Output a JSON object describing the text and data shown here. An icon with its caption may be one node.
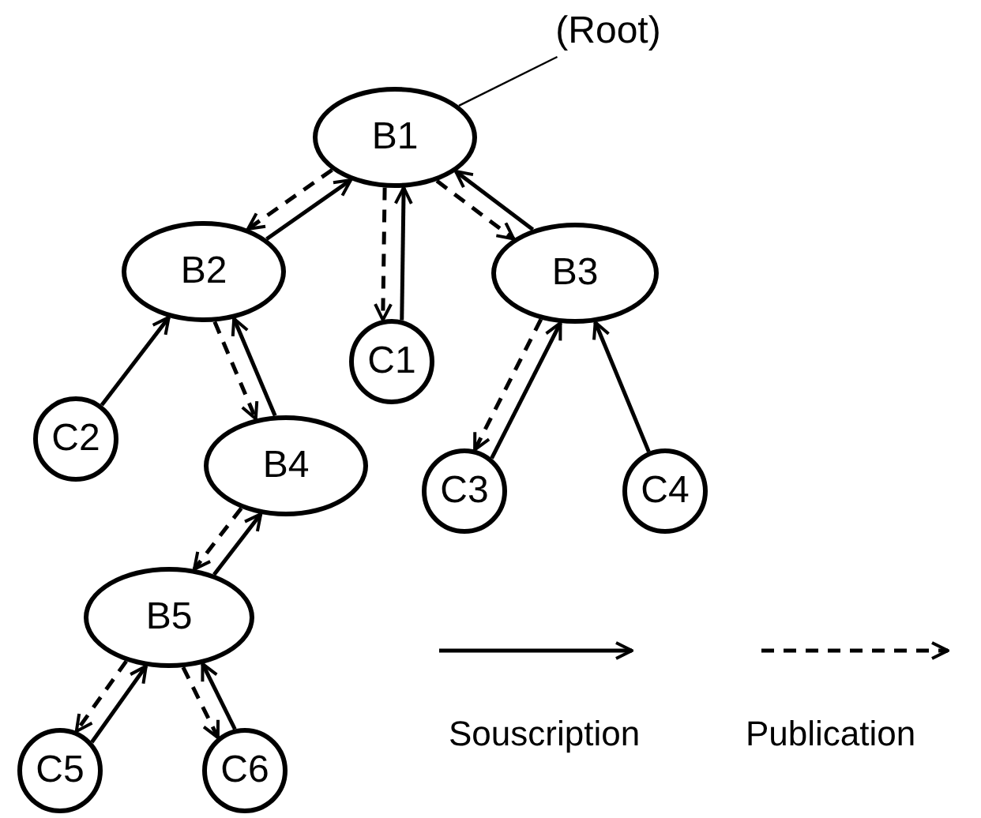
{
  "diagram": {
    "nodes": [
      {
        "text": [
          "(Root)"
        ]
      },
      {
        "text": [
          "B1"
        ]
      },
      {
        "text": [
          "B2"
        ]
      },
      {
        "text": [
          "B3"
        ]
      },
      {
        "text": [
          "C1"
        ]
      },
      {
        "text": [
          "C2"
        ]
      },
      {
        "text": [
          "B4"
        ]
      },
      {
        "text": [
          "C3"
        ]
      },
      {
        "text": [
          "C4"
        ]
      },
      {
        "text": [
          "B5"
        ]
      },
      {
        "text": [
          "C5"
        ]
      },
      {
        "text": [
          "C6"
        ]
      }
    ],
    "edges": [
      {
        "from": 0,
        "to": 1,
        "arrow": "none"
      },
      {
        "from": 2,
        "to": 1,
        "arrow": "to"
      },
      {
        "from": 1,
        "to": 2,
        "arrow": "to",
        "style": "dashed"
      },
      {
        "from": 4,
        "to": 1,
        "arrow": "to"
      },
      {
        "from": 1,
        "to": 4,
        "arrow": "to",
        "style": "dashed"
      },
      {
        "from": 3,
        "to": 1,
        "arrow": "to"
      },
      {
        "from": 1,
        "to": 3,
        "arrow": "to",
        "style": "dashed"
      },
      {
        "from": 5,
        "to": 2,
        "arrow": "to"
      },
      {
        "from": 6,
        "to": 2,
        "arrow": "to"
      },
      {
        "from": 2,
        "to": 6,
        "arrow": "to",
        "style": "dashed"
      },
      {
        "from": 7,
        "to": 3,
        "arrow": "to"
      },
      {
        "from": 3,
        "to": 7,
        "arrow": "to",
        "style": "dashed"
      },
      {
        "from": 8,
        "to": 3,
        "arrow": "to"
      },
      {
        "from": 9,
        "to": 6,
        "arrow": "to"
      },
      {
        "from": 6,
        "to": 9,
        "arrow": "to",
        "style": "dashed"
      },
      {
        "from": 10,
        "to": 9,
        "arrow": "to"
      },
      {
        "from": 9,
        "to": 10,
        "arrow": "to",
        "style": "dashed"
      },
      {
        "from": 11,
        "to": 9,
        "arrow": "to"
      },
      {
        "from": 9,
        "to": 11,
        "arrow": "to",
        "style": "dashed"
      }
    ],
    "legend": [
      {
        "text": "Souscription"
      },
      {
        "text": "Publication"
      }
    ]
  }
}
